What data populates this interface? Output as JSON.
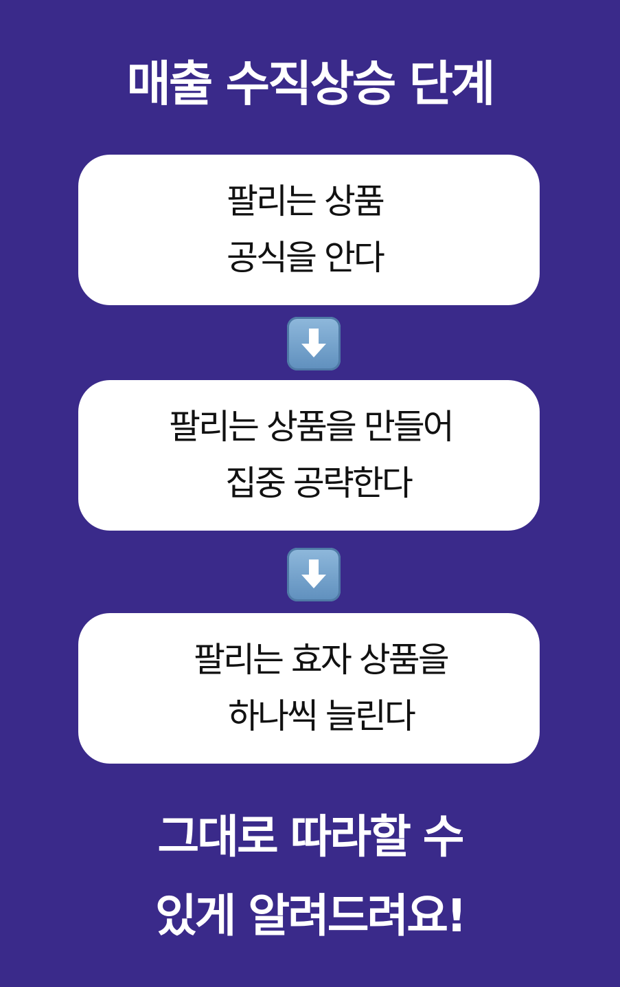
{
  "title": "매출 수직상승 단계",
  "steps": [
    {
      "line1": "팔리는 상품",
      "line2": "공식을 안다"
    },
    {
      "line1": "팔리는 상품을 만들어",
      "line2": "집중 공략한다"
    },
    {
      "line1": "팔리는 효자 상품을",
      "line2": "하나씩 늘린다"
    }
  ],
  "arrows": [
    {
      "icon": "down-arrow-icon"
    },
    {
      "icon": "down-arrow-icon"
    }
  ],
  "footer": {
    "line1": "그대로 따라할 수",
    "line2": "있게 알려드려요!"
  },
  "colors": {
    "background": "#3a2a8a",
    "card": "#ffffff",
    "arrow": "#6f9fcc"
  }
}
